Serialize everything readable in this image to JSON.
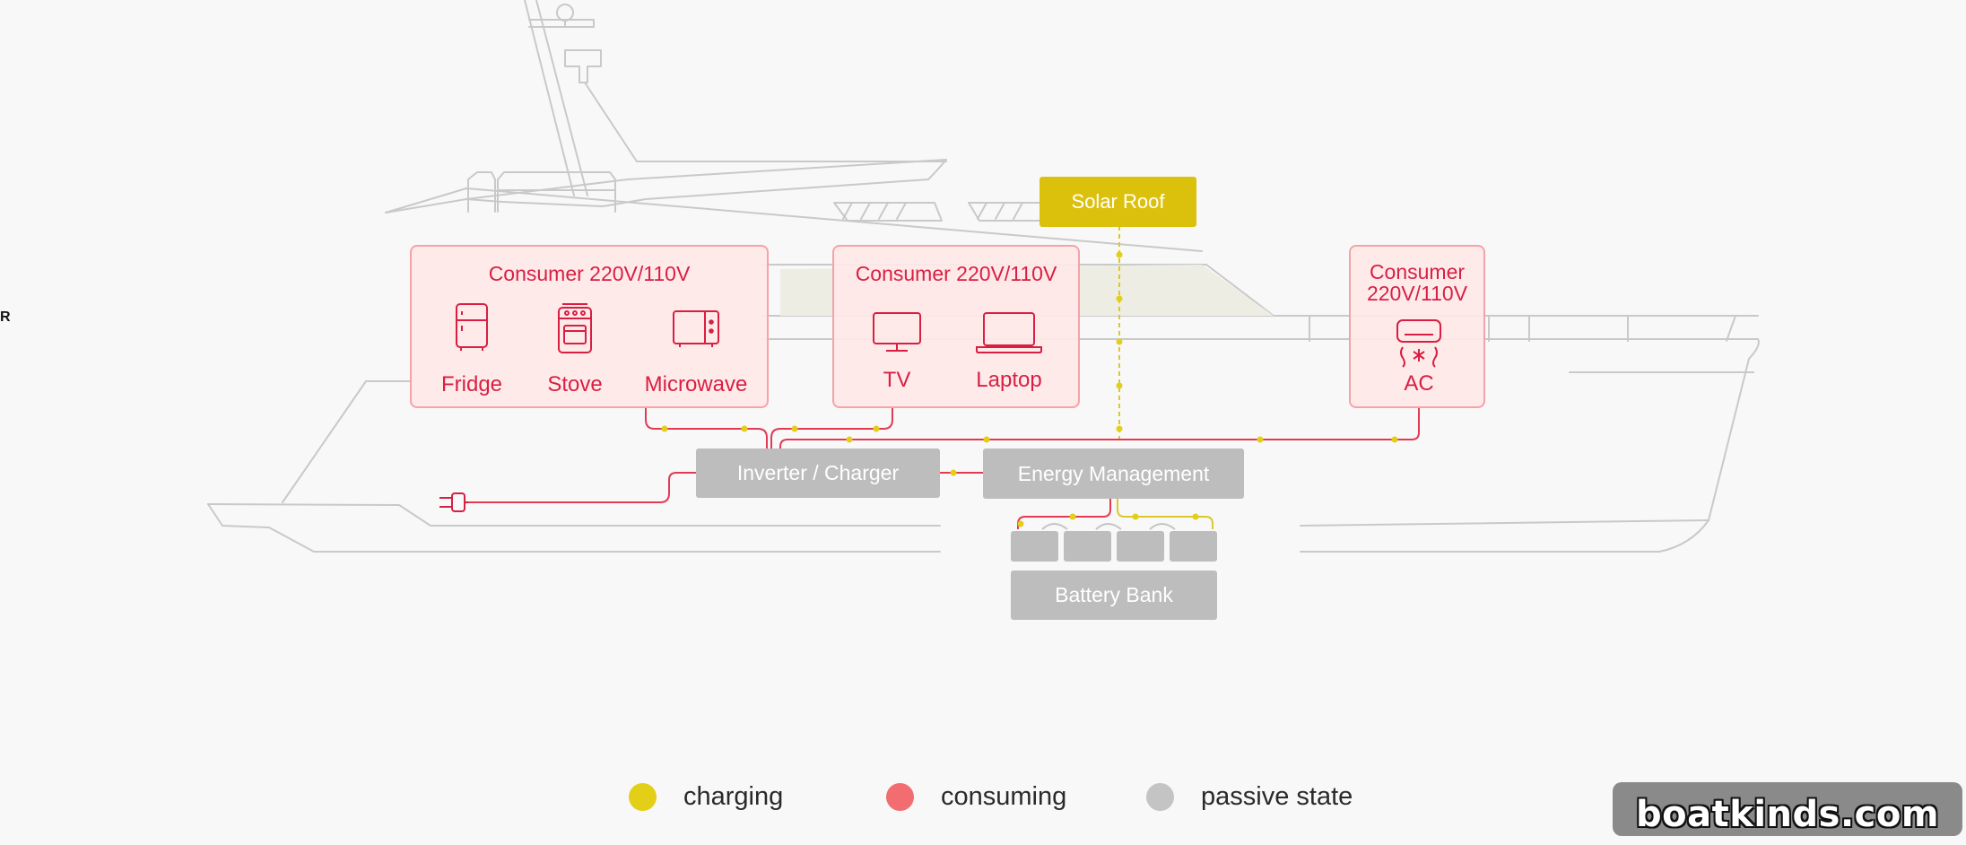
{
  "colors": {
    "charging": "#e3cf17",
    "consuming": "#f26d70",
    "passive": "#c4c4c4",
    "consumer_text": "#d81f43",
    "wire": "#e33a54",
    "hull_line": "#c9c9c9"
  },
  "edge_letter": "R",
  "solar_roof": {
    "label": "Solar Roof"
  },
  "consumers": [
    {
      "title": "Consumer 220V/110V",
      "devices": [
        {
          "label": "Fridge",
          "icon": "fridge-icon"
        },
        {
          "label": "Stove",
          "icon": "stove-icon"
        },
        {
          "label": "Microwave",
          "icon": "microwave-icon"
        }
      ]
    },
    {
      "title": "Consumer 220V/110V",
      "devices": [
        {
          "label": "TV",
          "icon": "tv-icon"
        },
        {
          "label": "Laptop",
          "icon": "laptop-icon"
        }
      ]
    },
    {
      "title_line1": "Consumer",
      "title_line2": "220V/110V",
      "devices": [
        {
          "label": "AC",
          "icon": "air-conditioner-icon"
        }
      ]
    }
  ],
  "inverter": {
    "label": "Inverter / Charger"
  },
  "energy_management": {
    "label": "Energy Management"
  },
  "battery_bank": {
    "label": "Battery Bank"
  },
  "shore_power": {
    "icon": "plug-icon"
  },
  "legend": {
    "charging": "charging",
    "consuming": "consuming",
    "passive": "passive state"
  },
  "brand": {
    "text": "boatkinds.com"
  }
}
